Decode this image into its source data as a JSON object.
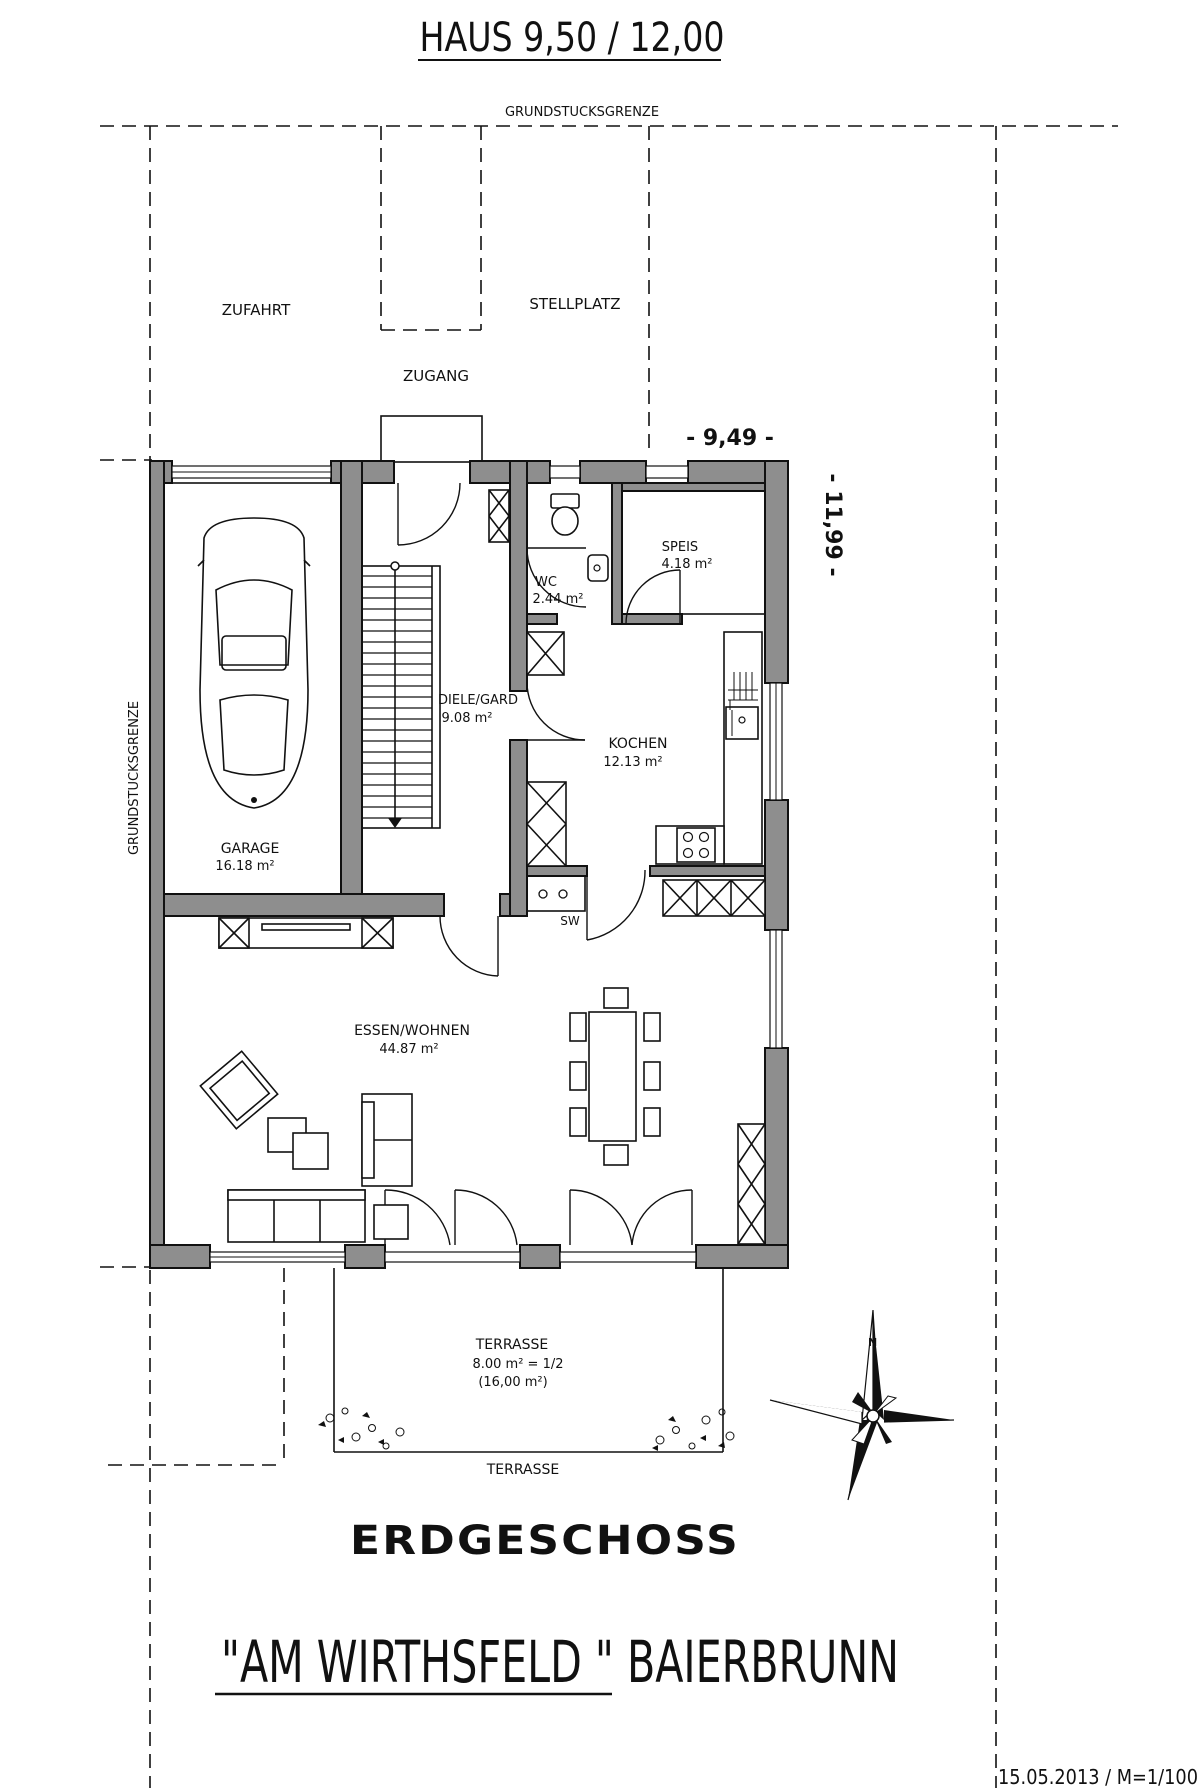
{
  "header": {
    "title": "HAUS 9,50 / 12,00"
  },
  "property": {
    "boundary_top": "GRUNDSTUCKSGRENZE",
    "boundary_left": "GRUNDSTUCKSGRENZE"
  },
  "site_labels": {
    "zufahrt": "ZUFAHRT",
    "stellplatz": "STELLPLATZ",
    "zugang": "ZUGANG",
    "terrasse_edge": "TERRASSE"
  },
  "dimensions": {
    "width": "- 9,49 -",
    "depth": "- 11,99 -"
  },
  "rooms": {
    "garage": {
      "name": "GARAGE",
      "area": "16.18 m²"
    },
    "diele": {
      "name": "DIELE/GARD",
      "area": "9.08 m²"
    },
    "wc": {
      "name": "WC",
      "area": "2.44 m²"
    },
    "speis": {
      "name": "SPEIS",
      "area": "4.18 m²"
    },
    "kochen": {
      "name": "KOCHEN",
      "area": "12.13 m²"
    },
    "wohnen": {
      "name": "ESSEN/WOHNEN",
      "area": "44.87 m²"
    },
    "sw": {
      "name": "SW"
    },
    "terrasse": {
      "name": "TERRASSE",
      "area": "8.00 m² = 1/2",
      "note": "(16,00 m²)"
    }
  },
  "floor_title": "ERDGESCHOSS",
  "project_title": "\"AM WIRTHSFELD \" BAIERBRUNN",
  "footer": {
    "date_scale": "15.05.2013 / M=1/100"
  },
  "icons": [
    "car-icon",
    "staircase-icon",
    "toilet-icon",
    "sink-icon",
    "stove-icon",
    "dining-table-icon",
    "sofa-icon",
    "armchair-icon",
    "plant-icon",
    "compass-rose-icon"
  ]
}
